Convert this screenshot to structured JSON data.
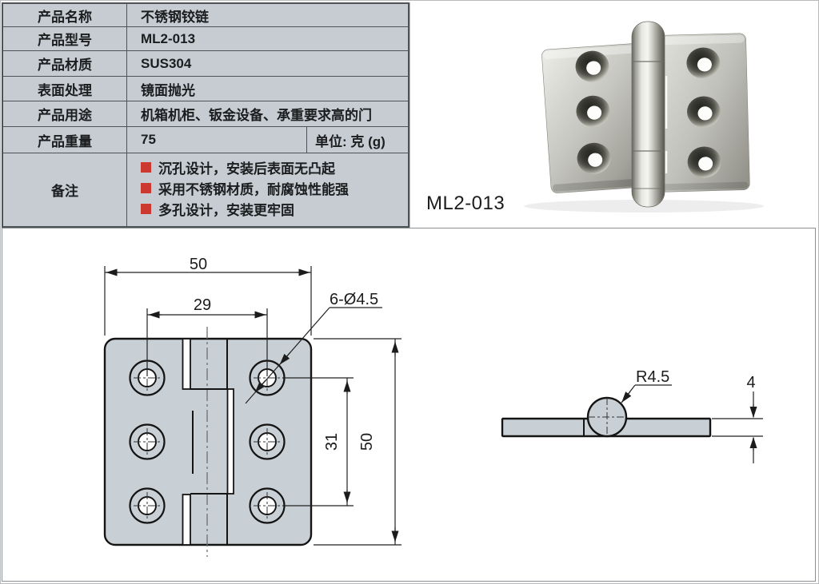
{
  "spec_table": {
    "bg_color": "#c6ccd2",
    "bullet_color": "#cc392e",
    "rows": [
      {
        "label": "产品名称",
        "value": "不锈钢铰链"
      },
      {
        "label": "产品型号",
        "value": "ML2-013"
      },
      {
        "label": "产品材质",
        "value": "SUS304"
      },
      {
        "label": "表面处理",
        "value": "镜面抛光"
      },
      {
        "label": "产品用途",
        "value": "机箱机柜、钣金设备、承重要求高的门"
      },
      {
        "label": "产品重量",
        "value": "75",
        "unit": "单位: 克 (g)"
      }
    ],
    "remarks": {
      "label": "备注",
      "items": [
        "沉孔设计，安装后表面无凸起",
        "采用不锈钢材质，耐腐蚀性能强",
        "多孔设计，安装更牢固"
      ]
    }
  },
  "photo": {
    "model_label": "ML2-013"
  },
  "drawings": {
    "front_view": {
      "width_dim": "50",
      "hole_pitch_h": "29",
      "hole_callout": "6-Ø4.5",
      "hole_pitch_v": "31",
      "height_dim": "50"
    },
    "side_view": {
      "knuckle_radius": "R4.5",
      "thickness": "4"
    }
  }
}
